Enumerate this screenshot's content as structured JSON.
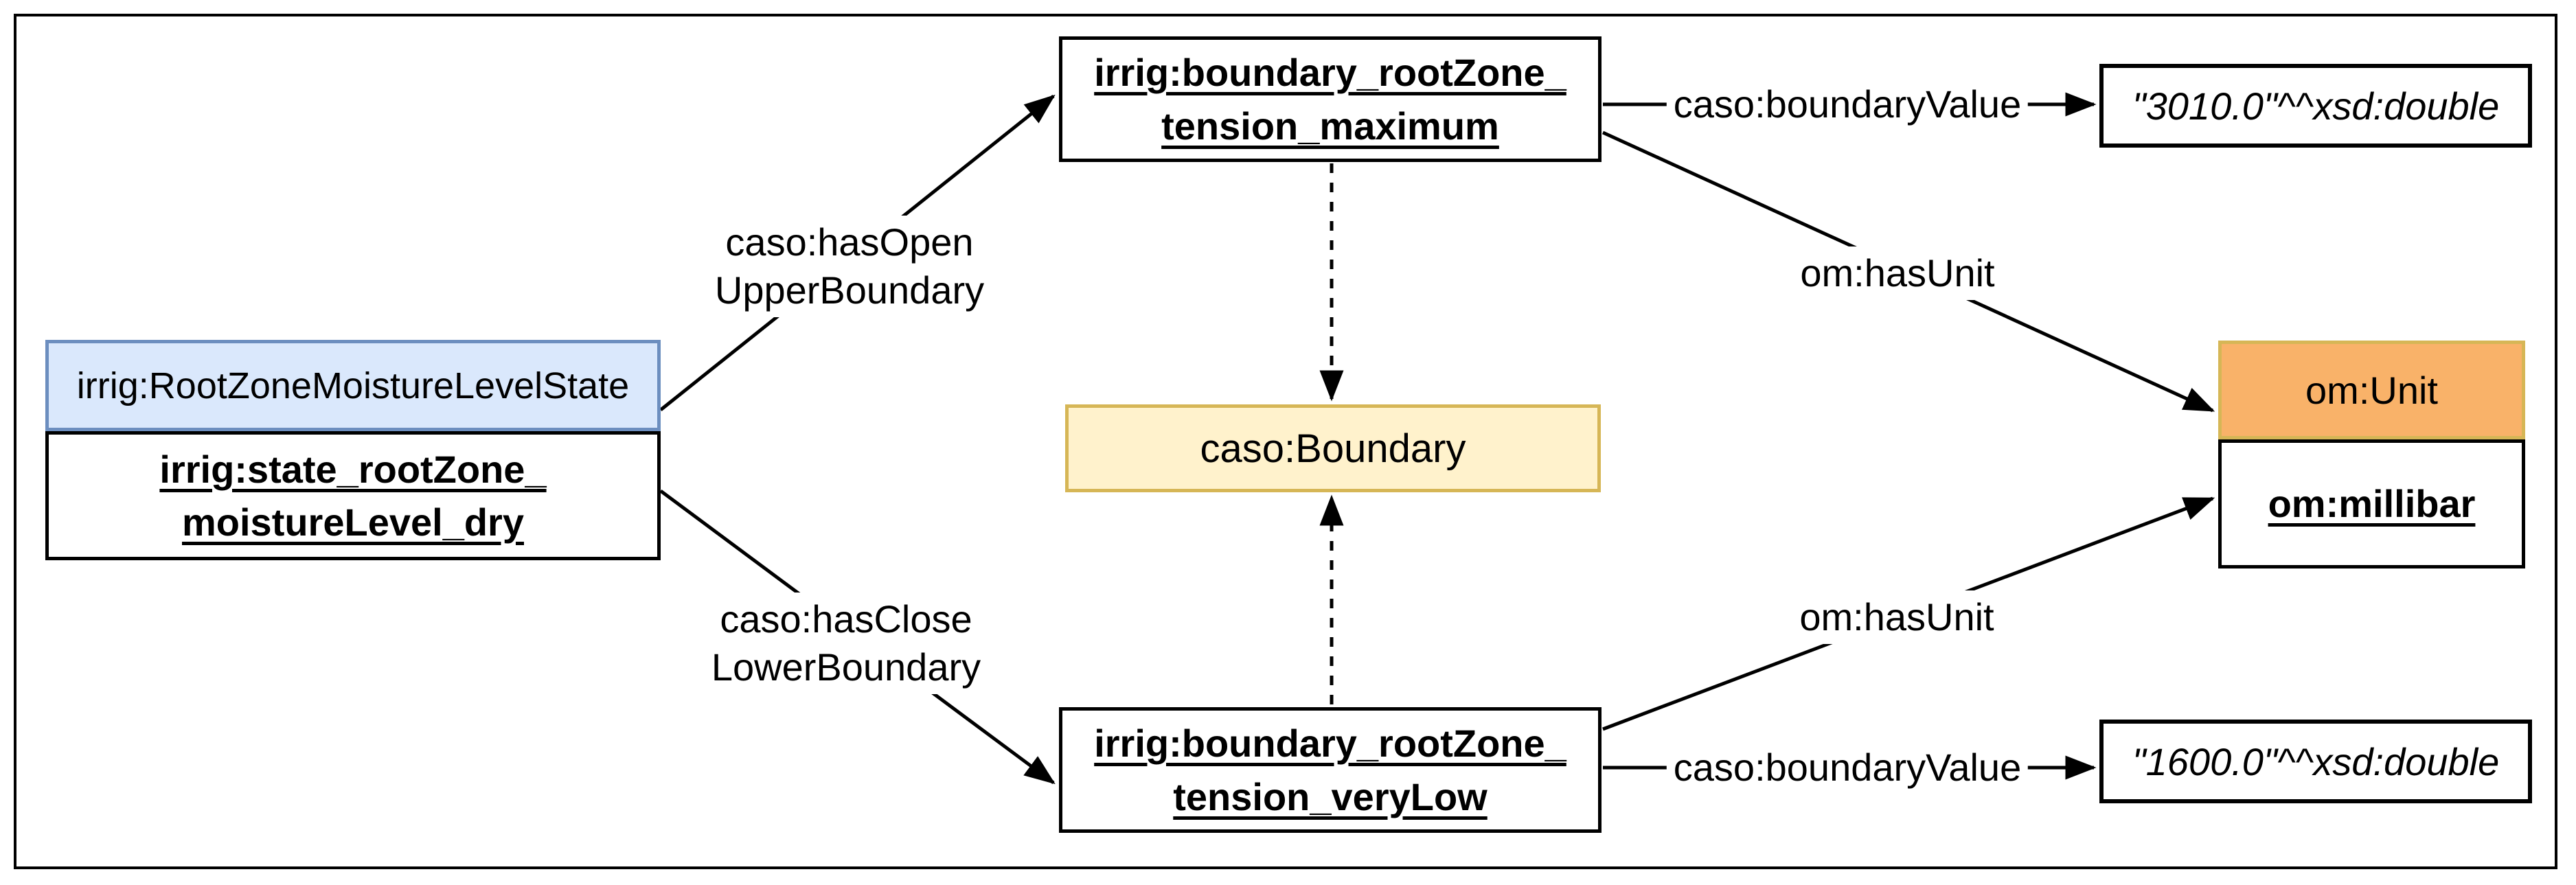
{
  "diagram": {
    "nodes": {
      "state_class": {
        "label": "irrig:RootZoneMoistureLevelState"
      },
      "state_instance": {
        "line1": "irrig:state_rootZone_",
        "line2": "moistureLevel_dry"
      },
      "boundary_maximum": {
        "line1": "irrig:boundary_rootZone_",
        "line2": "tension_maximum"
      },
      "boundary_verylow": {
        "line1": "irrig:boundary_rootZone_",
        "line2": "tension_veryLow"
      },
      "caso_boundary": {
        "label": "caso:Boundary"
      },
      "unit_class": {
        "label": "om:Unit"
      },
      "unit_instance": {
        "label": "om:millibar"
      },
      "literal_maximum": {
        "label": "\"3010.0\"^^xsd:double"
      },
      "literal_verylow": {
        "label": "\"1600.0\"^^xsd:double"
      }
    },
    "edges": {
      "has_open_upper": {
        "line1": "caso:hasOpen",
        "line2": "UpperBoundary"
      },
      "has_close_lower": {
        "line1": "caso:hasClose",
        "line2": "LowerBoundary"
      },
      "boundary_value_top": {
        "label": "caso:boundaryValue"
      },
      "boundary_value_bottom": {
        "label": "caso:boundaryValue"
      },
      "has_unit_top": {
        "label": "om:hasUnit"
      },
      "has_unit_bottom": {
        "label": "om:hasUnit"
      }
    },
    "colors": {
      "class_blue_fill": "#dae8fc",
      "class_blue_border": "#6c8ebf",
      "class_yellow_fill": "#fff2cc",
      "class_yellow_border": "#d6b656",
      "class_orange_fill": "#f9b269",
      "class_orange_border": "#d6b656"
    }
  }
}
